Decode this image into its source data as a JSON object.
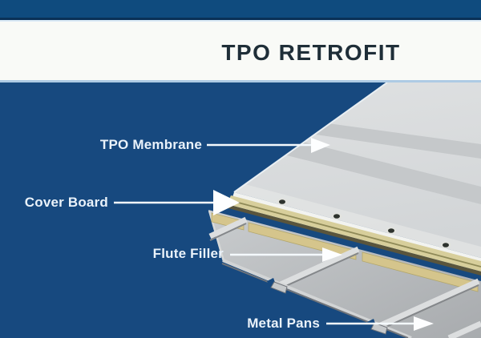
{
  "header": {
    "title": "TPO RETROFIT"
  },
  "diagram": {
    "labels": {
      "tpo_membrane": "TPO Membrane",
      "cover_board": "Cover Board",
      "flute_filler": "Flute Filler",
      "metal_pans": "Metal Pans"
    }
  },
  "colors": {
    "background_navy": "#17497f",
    "top_bar_navy": "#0f4b7e",
    "band_white": "#f9faf7",
    "accent_light_blue": "#aecbe4",
    "title_text": "#1f2e38",
    "label_text": "#eaf2fa",
    "arrow_white": "#fdfeff",
    "membrane_gray": "#d9dbdc",
    "membrane_stripe_gray": "#c5c8ca",
    "membrane_edge_white": "#f2f3f0",
    "cover_board_tan": "#d7ce9b",
    "cover_board_line_olive": "#8f8a58",
    "flute_filler_tan": "#d5c58c",
    "metal_pan_gray": "#b7babc",
    "pan_rib_light": "#dcdedf",
    "pan_shadow": "#70747a"
  }
}
